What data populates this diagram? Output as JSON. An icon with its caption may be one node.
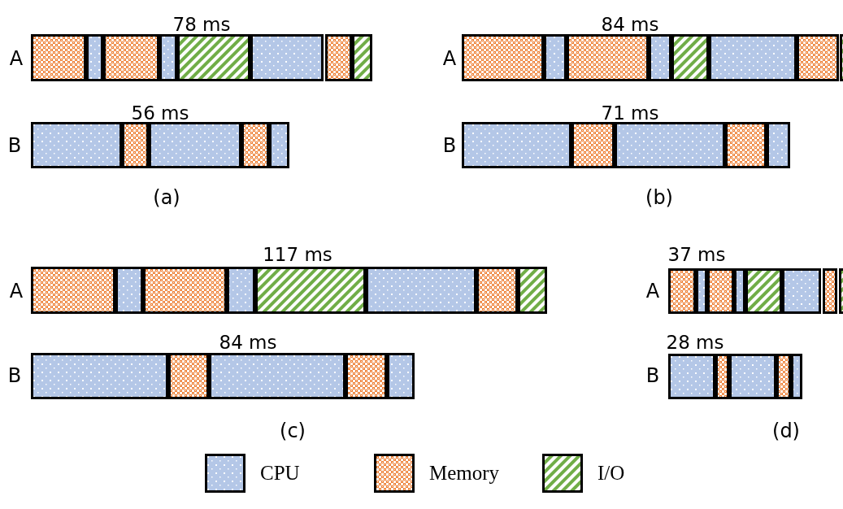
{
  "diagram": {
    "labels": [
      "78 ms",
      "A",
      "56 ms",
      "B",
      "(a)",
      "84 ms",
      "A",
      "71 ms",
      "B",
      "(b)",
      "117 ms",
      "A",
      "84 ms",
      "B",
      "(c)",
      "37 ms",
      "A",
      "28 ms",
      "B",
      "(d)"
    ],
    "legend": [
      {
        "text": "CPU",
        "color": "#b4c7e7"
      },
      {
        "text": "Memory",
        "color": "#ed7d31"
      },
      {
        "text": "I/O",
        "color": "#70ad47"
      }
    ]
  }
}
